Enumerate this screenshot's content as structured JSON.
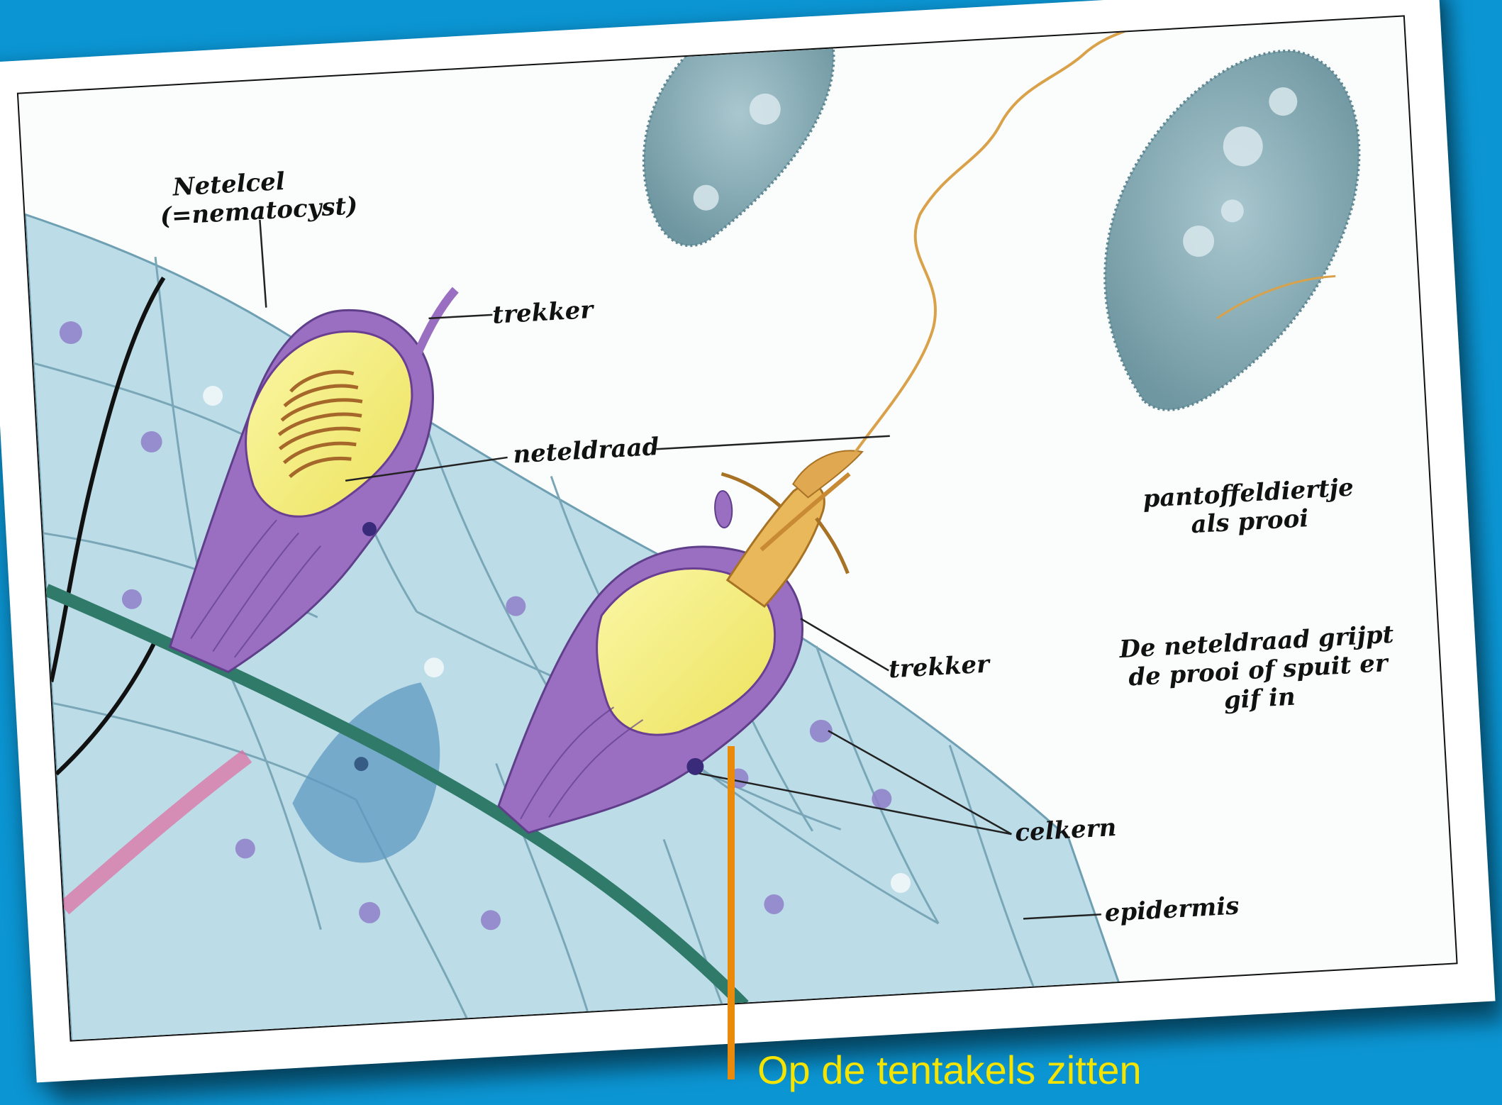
{
  "labels": {
    "netelcel": "Netelcel",
    "nematocyst": "(=nematocyst)",
    "trekker_top": "trekker",
    "neteldraad": "neteldraad",
    "pantoffeldiertje_1": "pantoffeldiertje",
    "pantoffeldiertje_2": "als prooi",
    "trekker_bottom": "trekker",
    "description_1": "De neteldraad grijpt",
    "description_2": "de prooi of spuit er",
    "description_3": "gif in",
    "celkern": "celkern",
    "epidermis": "epidermis"
  },
  "caption": "Op de tentakels zitten",
  "colors": {
    "background": "#0b95d3",
    "caption": "#f5e400",
    "pointer": "#e98a0a",
    "cells": "#b9dbe6",
    "nematocyst": "#9a6fc2",
    "capsule": "#f3ee7a",
    "thread": "#d9a24a",
    "nerve": "#2f7a68",
    "prey": "#7ea3ad"
  }
}
